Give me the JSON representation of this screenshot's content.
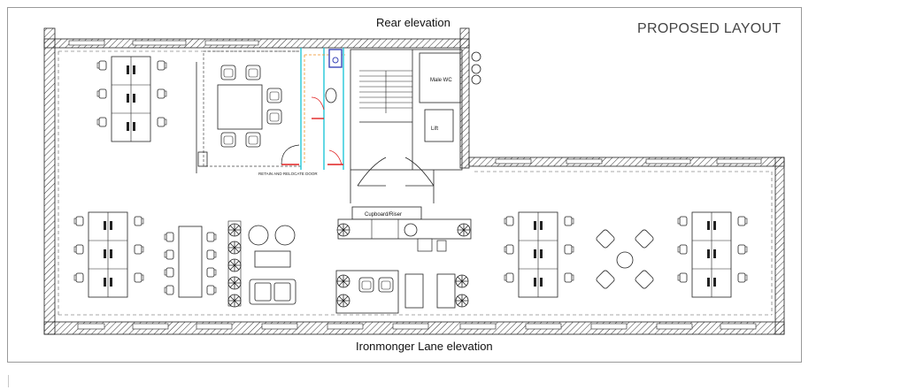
{
  "drawing": {
    "title": "PROPOSED LAYOUT",
    "rear_elevation_label": "Rear elevation",
    "front_elevation_label": "Ironmonger Lane elevation"
  },
  "rooms": {
    "male_wc": "Male WC",
    "lift": "Lift",
    "cupboard_riser": "Cupboard/Riser"
  },
  "notes": {
    "retain_door": "RETAIN AND RELOCATE DOOR"
  },
  "colors": {
    "line": "#1a1a1a",
    "hatch": "#333333",
    "partition_cyan": "#22c8d8",
    "partition_red": "#e02020",
    "partition_orange": "#f09020",
    "basin_blue": "#3a46b8"
  }
}
